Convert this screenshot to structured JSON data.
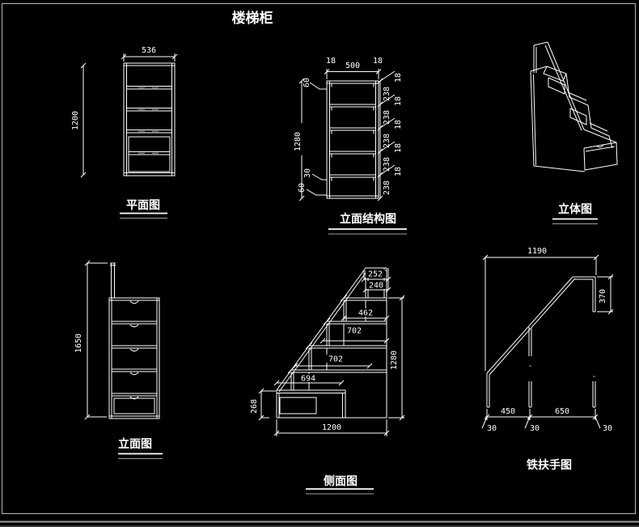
{
  "title": "楼梯柜",
  "views": {
    "plan": {
      "label": "平面图",
      "dim_width": "536",
      "dim_height": "1200"
    },
    "elevation_structure": {
      "label": "立面结构图",
      "dim_top_left": "18",
      "dim_top_width": "500",
      "dim_top_right": "18",
      "dim_left_top": "60",
      "dim_left_height": "1280",
      "dim_left_mid": "30",
      "dim_left_bottom": "60",
      "shelf_thickness": [
        "18",
        "18",
        "18",
        "18",
        "18"
      ],
      "shelf_spacing": [
        "238",
        "238",
        "238",
        "238",
        "238"
      ]
    },
    "isometric": {
      "label": "立体图"
    },
    "elevation": {
      "label": "立面图",
      "dim_height": "1650"
    },
    "side": {
      "label": "侧面图",
      "dim_top_step": "252",
      "dim_top_step_inner": "240",
      "dim_shelf_1": "462",
      "dim_shelf_2": "702",
      "dim_shelf_3": "702",
      "dim_shelf_4": "694",
      "dim_bottom_height": "268",
      "dim_total_height": "1280",
      "dim_total_width": "1200"
    },
    "handrail": {
      "label": "铁扶手图",
      "dim_total_width": "1190",
      "dim_drop": "370",
      "dim_span_1": "450",
      "dim_span_2": "650",
      "dim_post_1": "30",
      "dim_post_2": "30",
      "dim_post_3": "30"
    }
  },
  "colors": {
    "background": "#000000",
    "line": "#ffffff",
    "frame": "#b4b8c0"
  }
}
